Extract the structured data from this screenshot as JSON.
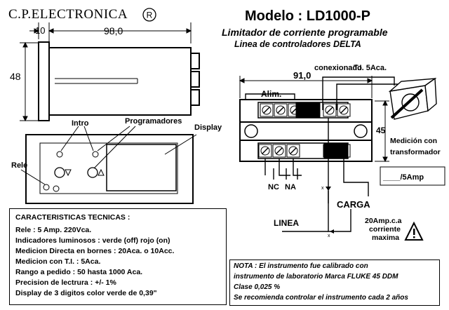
{
  "header": {
    "company": "C.P.ELECTRONICA",
    "trademark": "R",
    "model": "Modelo : LD1000-P",
    "subtitle1": "Limitador de corriente programable",
    "subtitle2": "Linea de controladores  DELTA"
  },
  "dimensions": {
    "front_depth": "10",
    "body_length": "98,0",
    "height": "48",
    "connection_width": "91,0",
    "connection_height": "45"
  },
  "front_panel": {
    "intro": "Intro",
    "programadores": "Programadores",
    "display": "Display",
    "rele": "Rele"
  },
  "wiring": {
    "conexionado": "conexionado",
    "alim": "Alim.",
    "ti": "T.I. 5Aca.",
    "medicion_1": "Medición con",
    "medicion_2": "transformador",
    "ratio": "____/5Amp",
    "nc": "NC",
    "na": "NA",
    "carga": "CARGA",
    "linea": "LINEA",
    "current_1": "20Amp.c.a",
    "current_2": "corriente",
    "current_3": "maxima",
    "arrow_mark": "x"
  },
  "specs": {
    "title": "CARACTERISTICAS TECNICAS :",
    "lines": [
      "Rele  : 5 Amp. 220Vca.",
      "Indicadores luminosos : verde (off) rojo (on)",
      "Medicion Directa en bornes : 20Aca. o 10Acc.",
      "Medicion con T.I.  : 5Aca.",
      "Rango a pedido : 50 hasta 1000 Aca.",
      "Precision de lectrura : +/- 1%",
      "Display de 3 digitos color verde de 0,39\""
    ]
  },
  "note": {
    "lines": [
      "NOTA : El instrumento fue calibrado con",
      "instrumento de laboratorio Marca FLUKE 45 DDM",
      "Clase 0,025 %",
      "Se recomienda controlar el instrumento cada 2 años"
    ]
  },
  "colors": {
    "ink": "#000000",
    "paper": "#ffffff"
  }
}
